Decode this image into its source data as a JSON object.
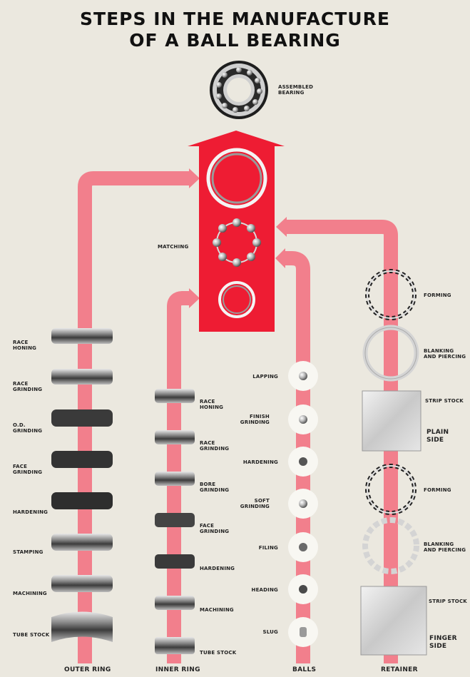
{
  "title": {
    "line1": "STEPS IN THE MANUFACTURE",
    "line2": "OF A BALL BEARING"
  },
  "top": {
    "assembled_label": "ASSEMBLED BEARING",
    "matching_label": "MATCHING"
  },
  "outer_ring": {
    "column_label": "OUTER RING",
    "steps": [
      "RACE HONING",
      "RACE GRINDING",
      "O.D. GRINDING",
      "FACE GRINDING",
      "HARDENING",
      "STAMPING",
      "MACHINING",
      "TUBE STOCK"
    ]
  },
  "inner_ring": {
    "column_label": "INNER RING",
    "steps": [
      "RACE HONING",
      "RACE GRINDING",
      "BORE GRINDING",
      "FACE GRINDING",
      "HARDENING",
      "MACHINING",
      "TUBE STOCK"
    ]
  },
  "balls": {
    "column_label": "BALLS",
    "steps": [
      "LAPPING",
      "FINISH GRINDING",
      "HARDENING",
      "SOFT GRINDING",
      "FILING",
      "HEADING",
      "SLUG"
    ]
  },
  "retainer": {
    "column_label": "RETAINER",
    "steps": [
      "FORMING",
      "BLANKING AND PIERCING",
      "STRIP STOCK",
      "PLAIN SIDE",
      "FORMING",
      "BLANKING AND PIERCING",
      "STRIP STOCK",
      "FINGER SIDE"
    ]
  },
  "colors": {
    "background": "#ebe8df",
    "flow": "#f27f8c",
    "matching_box": "#ee1c33",
    "text": "#222222"
  }
}
